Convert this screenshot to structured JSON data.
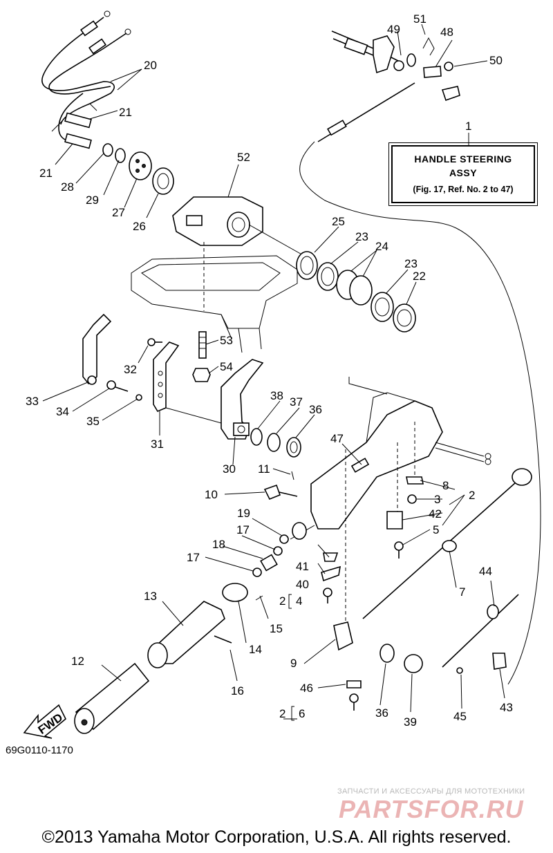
{
  "note": {
    "line1": "HANDLE STEERING",
    "line2": "ASSY",
    "line3": "(Fig. 17, Ref. No. 2 to 47)"
  },
  "diagram_code": "69G0110-1170",
  "fwd_label": "FWD",
  "watermark": {
    "tagline": "ЗАПЧАСТИ И АКСЕССУАРЫ ДЛЯ МОТОТЕХНИКИ",
    "logo": "PARTSFOR.RU"
  },
  "copyright": "©2013 Yamaha Motor Corporation, U.S.A. All rights reserved.",
  "callouts": {
    "c1": "1",
    "c2": "2",
    "c2b": "2",
    "c2c": "2",
    "c3": "3",
    "c4": "4",
    "c5": "5",
    "c6": "6",
    "c7": "7",
    "c8": "8",
    "c9": "9",
    "c10": "10",
    "c11": "11",
    "c12": "12",
    "c13": "13",
    "c14": "14",
    "c15": "15",
    "c16": "16",
    "c17a": "17",
    "c17b": "17",
    "c18": "18",
    "c19": "19",
    "c20": "20",
    "c21a": "21",
    "c21b": "21",
    "c22": "22",
    "c23a": "23",
    "c23b": "23",
    "c24": "24",
    "c25": "25",
    "c26": "26",
    "c27": "27",
    "c28": "28",
    "c29": "29",
    "c30": "30",
    "c31": "31",
    "c32": "32",
    "c33": "33",
    "c34": "34",
    "c35": "35",
    "c36a": "36",
    "c36b": "36",
    "c37": "37",
    "c38": "38",
    "c39": "39",
    "c40": "40",
    "c41": "41",
    "c42": "42",
    "c43": "43",
    "c44": "44",
    "c45": "45",
    "c46": "46",
    "c47": "47",
    "c48": "48",
    "c49": "49",
    "c50": "50",
    "c51": "51",
    "c52": "52",
    "c53": "53",
    "c54": "54"
  }
}
